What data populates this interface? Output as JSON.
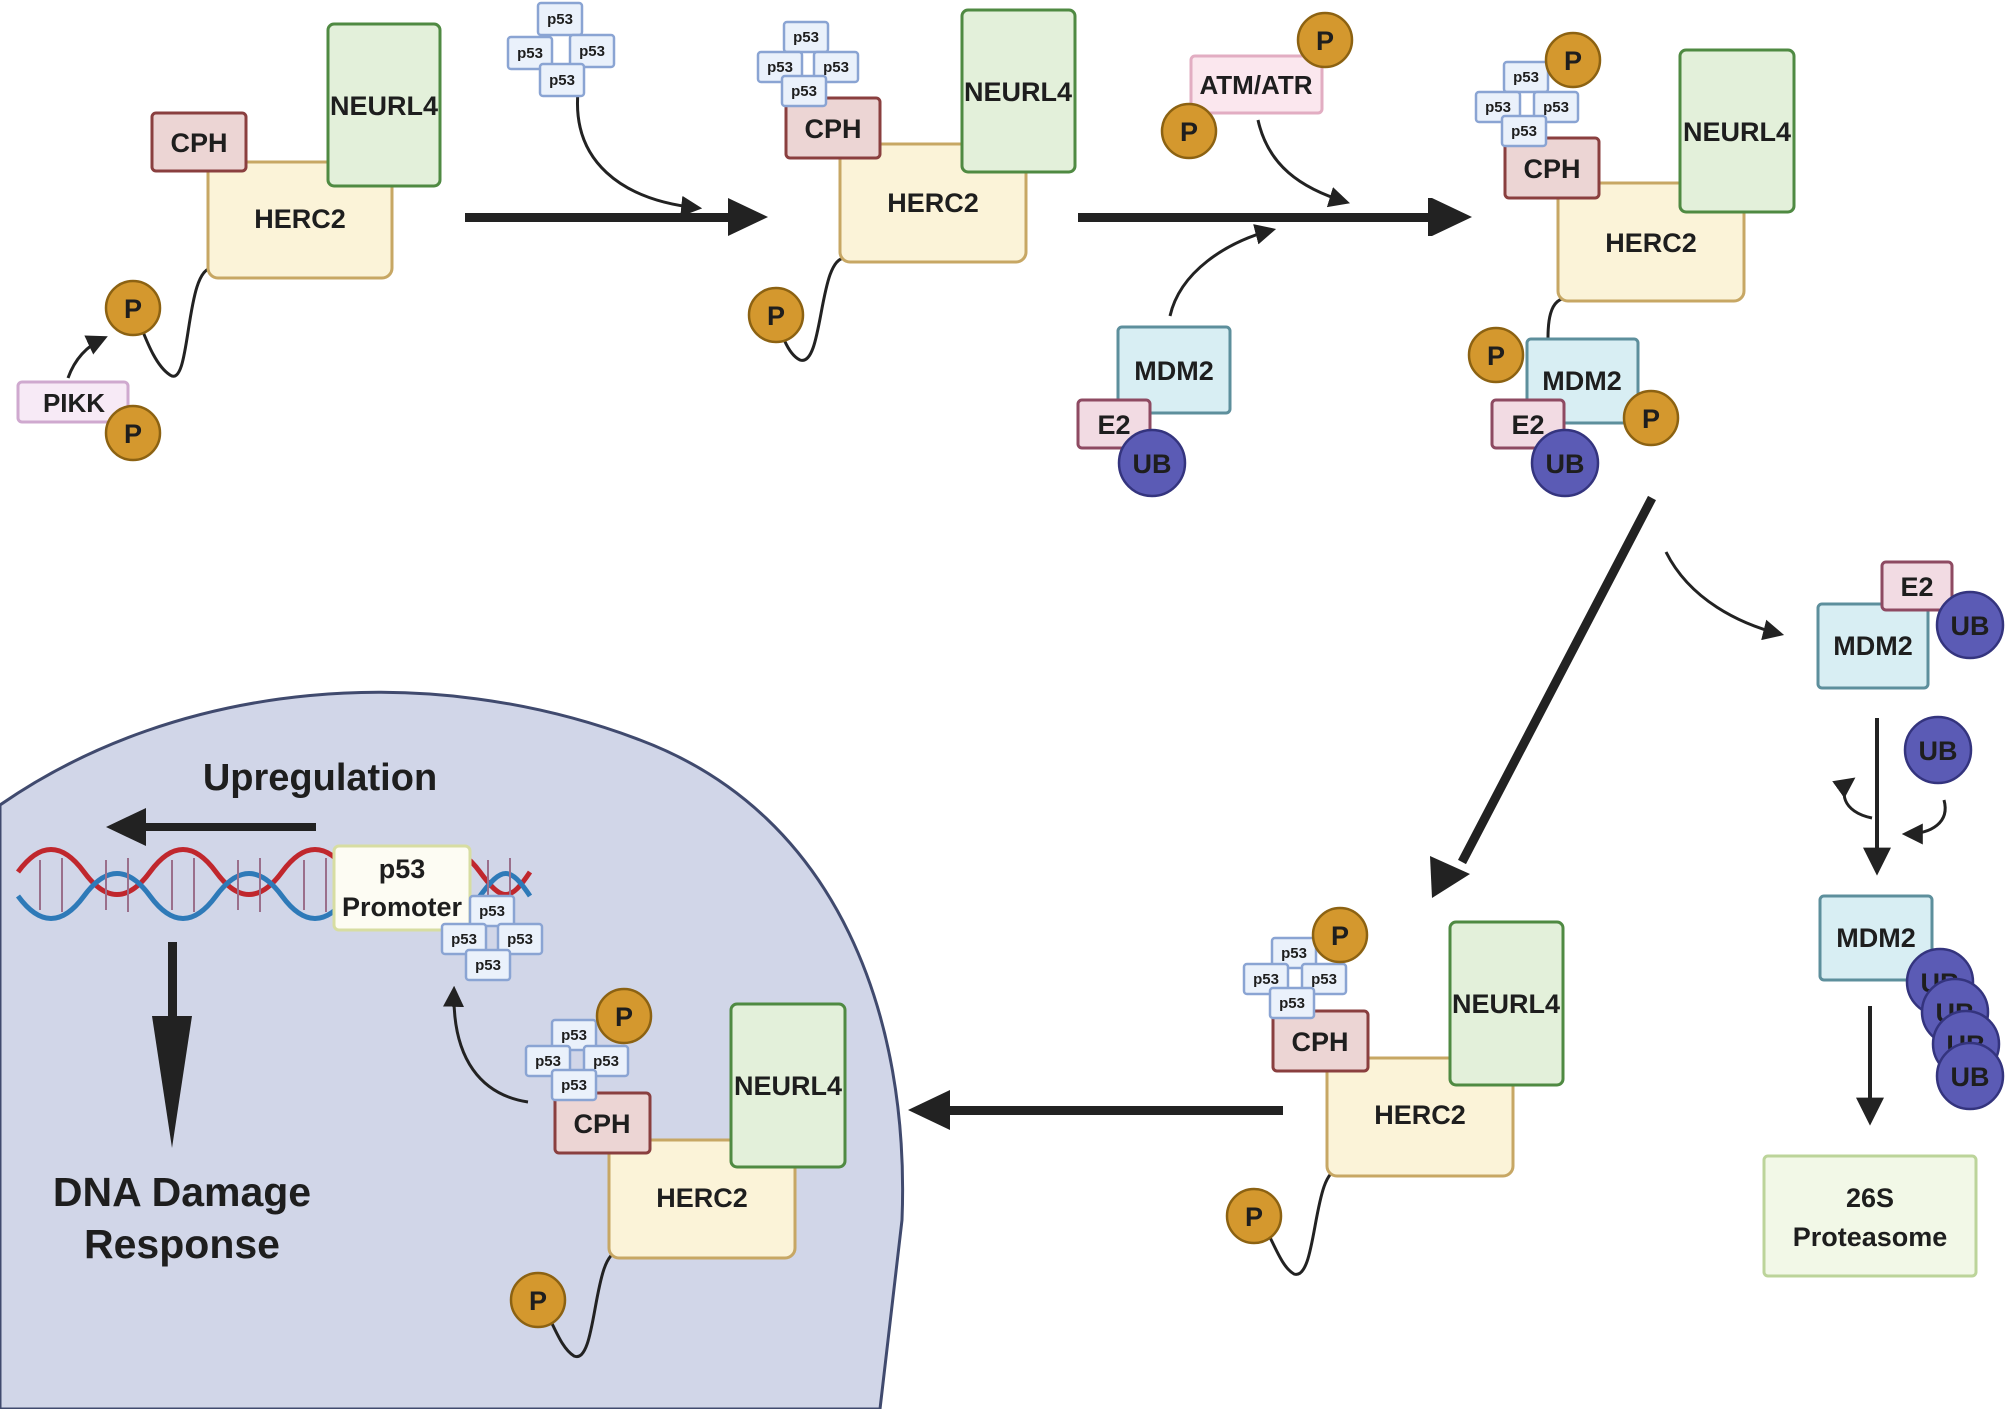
{
  "labels": {
    "herc2": "HERC2",
    "neurl4": "NEURL4",
    "cph": "CPH",
    "p53": "p53",
    "phospho": "P",
    "pikk": "PIKK",
    "atm_atr": "ATM/ATR",
    "mdm2": "MDM2",
    "e2": "E2",
    "ub": "UB",
    "upregulation": "Upregulation",
    "promoter_line1": "p53",
    "promoter_line2": "Promoter",
    "ddr_line1": "DNA Damage",
    "ddr_line2": "Response",
    "proteasome_line1": "26S",
    "proteasome_line2": "Proteasome"
  },
  "colors": {
    "herc2_fill": "#fbf3d8",
    "herc2_stroke": "#c7a764",
    "neurl4_fill": "#e3f0da",
    "neurl4_stroke": "#4f8a42",
    "cph_fill": "#ecd5d4",
    "cph_stroke": "#8a3f3f",
    "p53_fill": "#eaf1fb",
    "p53_stroke": "#8aa4d3",
    "phospho_fill": "#d4982e",
    "phospho_stroke": "#8c6212",
    "mdm2_fill": "#d8eef3",
    "mdm2_stroke": "#5d8f9c",
    "e2_fill": "#f2dbe3",
    "e2_stroke": "#8e4a62",
    "ub_fill": "#5b5bb5",
    "ub_stroke": "#34347e",
    "pikk_fill": "#f7eaf6",
    "pikk_stroke": "#cfa9cf",
    "atm_fill": "#fbe7ee",
    "atm_stroke": "#e2adc2",
    "nucleus_fill": "#d1d6e8",
    "nucleus_stroke": "#404a6e",
    "proteasome_fill": "#f2f8e7",
    "proteasome_stroke": "#bcd49a",
    "dna_red": "#c0272d",
    "dna_blue": "#2e7ab8",
    "arrow": "#222222"
  }
}
